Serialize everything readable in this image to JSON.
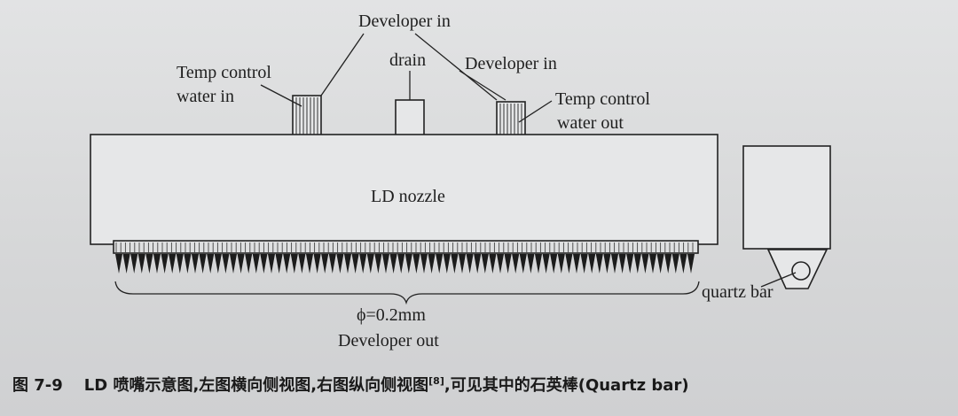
{
  "labels": {
    "developer_in_top": "Developer in",
    "drain": "drain",
    "developer_in_right": "Developer in",
    "temp_in_line1": "Temp control",
    "temp_in_line2": "water in",
    "temp_out_line1": "Temp control",
    "temp_out_line2": "water out",
    "nozzle": "LD nozzle",
    "quartz_bar": "quartz bar",
    "diameter": "ϕ=0.2mm",
    "developer_out": "Developer out"
  },
  "caption": {
    "figure_number": "图 7-9",
    "text": "LD 喷嘴示意图,左图横向侧视图,右图纵向侧视图",
    "ref": "[8]",
    "text_after": ",可见其中的石英棒(Quartz bar)"
  },
  "colors": {
    "ink": "#1e1e1e",
    "paper": "#dcddde"
  }
}
